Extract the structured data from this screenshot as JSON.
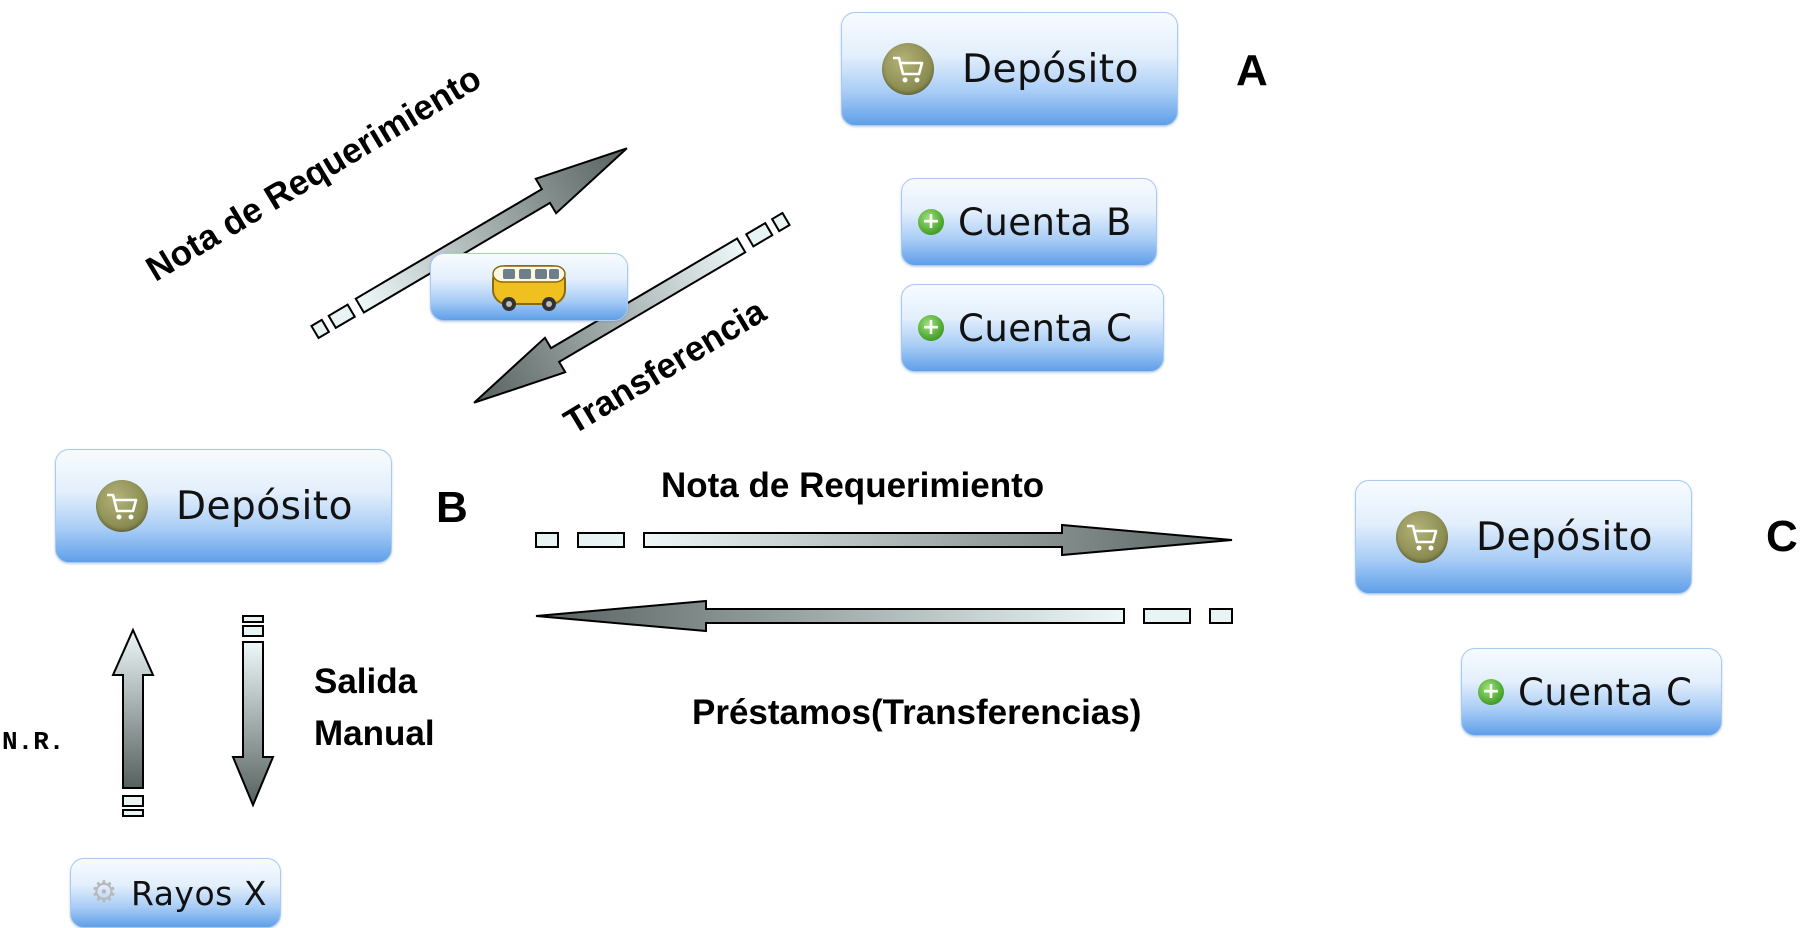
{
  "nodes": {
    "deposito_a": {
      "label": "Depósito",
      "icon": "shopping-cart-icon"
    },
    "cuenta_b": {
      "label": "Cuenta B",
      "icon": "plus-icon"
    },
    "cuenta_c_a": {
      "label": "Cuenta C",
      "icon": "plus-icon"
    },
    "deposito_b": {
      "label": "Depósito",
      "icon": "shopping-cart-icon"
    },
    "deposito_c": {
      "label": "Depósito",
      "icon": "shopping-cart-icon"
    },
    "cuenta_c_c": {
      "label": "Cuenta C",
      "icon": "plus-icon"
    },
    "rayos_x": {
      "label": "Rayos X",
      "icon": "gear-icon"
    },
    "van": {
      "icon": "van-icon"
    }
  },
  "letters": {
    "a": "A",
    "b": "B",
    "c": "C"
  },
  "edges": {
    "ba_request": "Nota de Requerimiento",
    "ab_transfer": "Transferencia",
    "bc_request": "Nota de Requerimiento",
    "cb_loans": "Préstamos(Transferencias)",
    "manual_exit_line1": "Salida",
    "manual_exit_line2": "Manual",
    "nr": "N.R."
  },
  "colors": {
    "button_top": "#f7fbff",
    "button_bottom": "#5f9fe9",
    "arrow_light": "#e8f4f4",
    "arrow_dark": "#5f6a6a",
    "cart_icon": "#8d8e52",
    "plus_icon": "#4aa52e"
  }
}
